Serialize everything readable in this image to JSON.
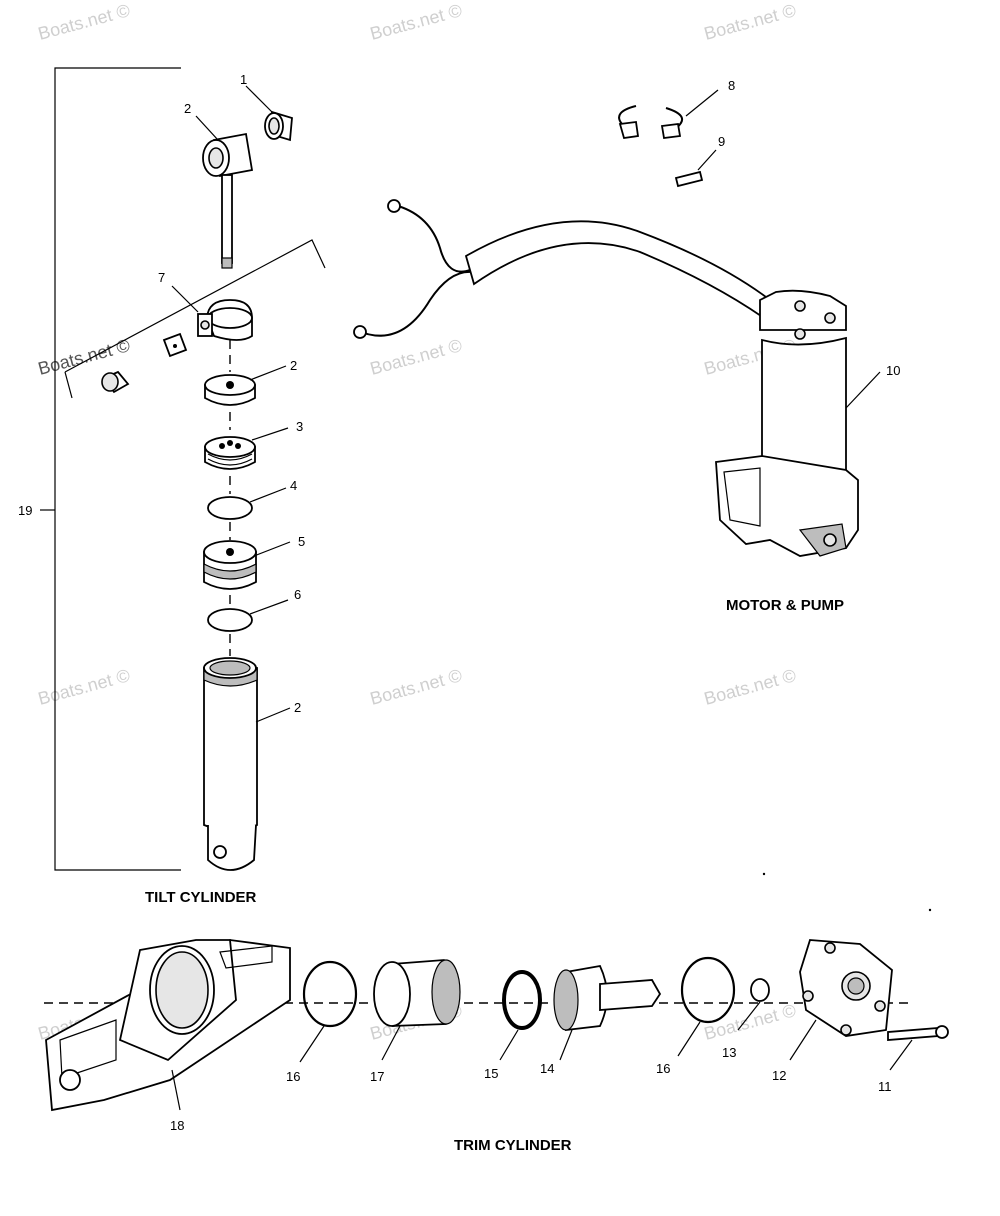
{
  "watermark": "Boats.net ©",
  "sections": {
    "tilt_cylinder": "TILT CYLINDER",
    "motor_pump": "MOTOR & PUMP",
    "trim_cylinder": "TRIM CYLINDER"
  },
  "callouts": {
    "tilt": [
      "1",
      "2",
      "7",
      "2",
      "3",
      "4",
      "5",
      "6",
      "2",
      "19"
    ],
    "motor": [
      "8",
      "9",
      "10"
    ],
    "trim": [
      "16",
      "17",
      "15",
      "14",
      "16",
      "13",
      "12",
      "11",
      "18"
    ]
  }
}
